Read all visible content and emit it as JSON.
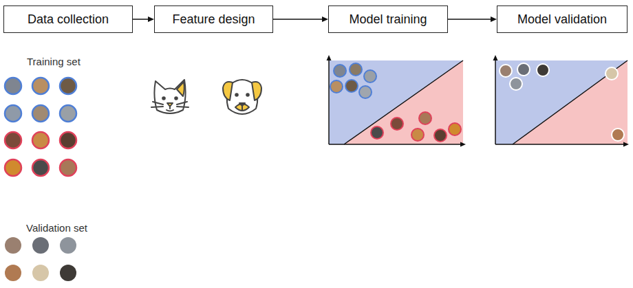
{
  "diagram": {
    "nodes": [
      {
        "text": [
          "Data collection"
        ]
      },
      {
        "text": [
          "Feature design"
        ]
      },
      {
        "text": [
          "Model training"
        ]
      },
      {
        "text": [
          "Model validation"
        ]
      }
    ],
    "edges": [
      {
        "from": 0,
        "to": 1,
        "arrow": "to"
      },
      {
        "from": 1,
        "to": 2,
        "arrow": "to"
      },
      {
        "from": 2,
        "to": 3,
        "arrow": "to"
      }
    ],
    "labels": [
      "Training set",
      "Validation set"
    ]
  }
}
